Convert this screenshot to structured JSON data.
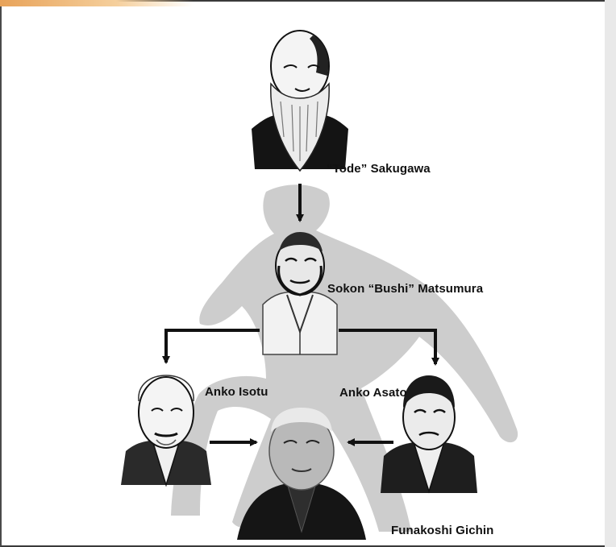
{
  "lineage": {
    "sakugawa": {
      "name": "“Tode” Sakugawa",
      "portrait_icon": "bearded-elder-portrait"
    },
    "matsumura": {
      "name": "Sokon “Bushi” Matsumura",
      "portrait_icon": "robed-master-portrait"
    },
    "isotu": {
      "name": "Anko Isotu",
      "portrait_icon": "bald-elder-portrait"
    },
    "asato": {
      "name": "Anko Asato",
      "portrait_icon": "robed-master-portrait"
    },
    "funakoshi": {
      "name": "Funakoshi Gichin",
      "portrait_icon": "photo-portrait"
    }
  },
  "colors": {
    "silhouette": "#cdcdcd",
    "arrow": "#111111",
    "accent_bar": "#e8a35a"
  }
}
